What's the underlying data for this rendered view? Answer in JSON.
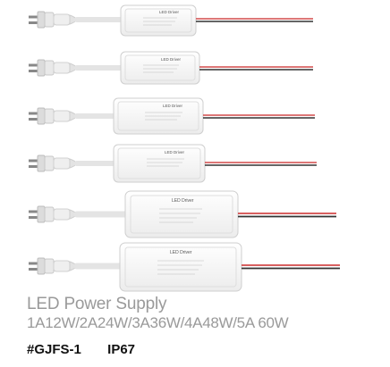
{
  "product": {
    "title": "LED Power Supply",
    "ratings": "1A12W/2A24W/3A36W/4A48W/5A 60W",
    "model": "#GJFS-1",
    "ip_rating": "IP67"
  },
  "units": [
    {
      "label": "LED Driver"
    },
    {
      "label": "LED Driver"
    },
    {
      "label": "LED Driver"
    },
    {
      "label": "LED Driver"
    },
    {
      "label": "LED Driver"
    },
    {
      "label": "LED Driver"
    }
  ],
  "colors": {
    "cable": "#e6e6e6",
    "housing": "#f7f7f7",
    "red_wire": "#d24a4a",
    "black_wire": "#333333",
    "caption_gray": "#9a9a9a"
  }
}
